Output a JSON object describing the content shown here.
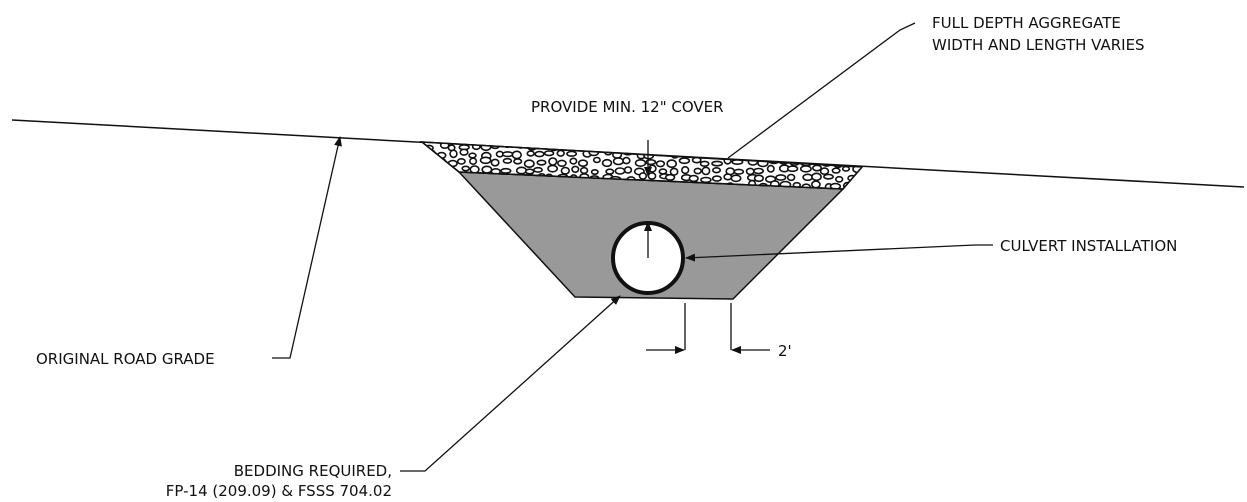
{
  "labels": {
    "aggregate_line1": "FULL DEPTH AGGREGATE",
    "aggregate_line2": "WIDTH AND LENGTH VARIES",
    "cover": "PROVIDE MIN. 12\" COVER",
    "culvert": "CULVERT INSTALLATION",
    "road_grade": "ORIGINAL ROAD GRADE",
    "dimension": "2'",
    "bedding_line1": "BEDDING REQUIRED,",
    "bedding_line2": "FP-14 (209.09) & FSSS 704.02"
  },
  "colors": {
    "line": "#111111",
    "fill_gray": "#999999",
    "aggregate_bg": "#ffffff"
  }
}
